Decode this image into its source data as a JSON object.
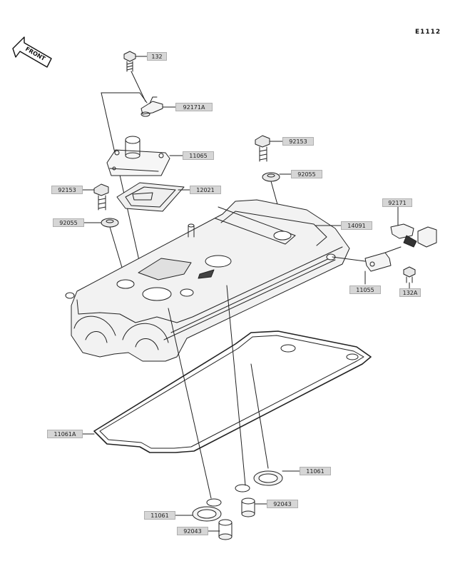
{
  "diagram_id": "E1112",
  "front_badge": "FRONT",
  "callouts": [
    {
      "id": "c1",
      "text": "132"
    },
    {
      "id": "c2",
      "text": "92171A"
    },
    {
      "id": "c3",
      "text": "11065"
    },
    {
      "id": "c4",
      "text": "92153"
    },
    {
      "id": "c5",
      "text": "92055"
    },
    {
      "id": "c6",
      "text": "92153"
    },
    {
      "id": "c7",
      "text": "12021"
    },
    {
      "id": "c8",
      "text": "92055"
    },
    {
      "id": "c9",
      "text": "14091"
    },
    {
      "id": "c10",
      "text": "92171"
    },
    {
      "id": "c11",
      "text": "11055"
    },
    {
      "id": "c12",
      "text": "132A"
    },
    {
      "id": "c13",
      "text": "11061A"
    },
    {
      "id": "c14",
      "text": "11061"
    },
    {
      "id": "c15",
      "text": "92043"
    },
    {
      "id": "c16",
      "text": "11061"
    },
    {
      "id": "c17",
      "text": "92043"
    }
  ]
}
